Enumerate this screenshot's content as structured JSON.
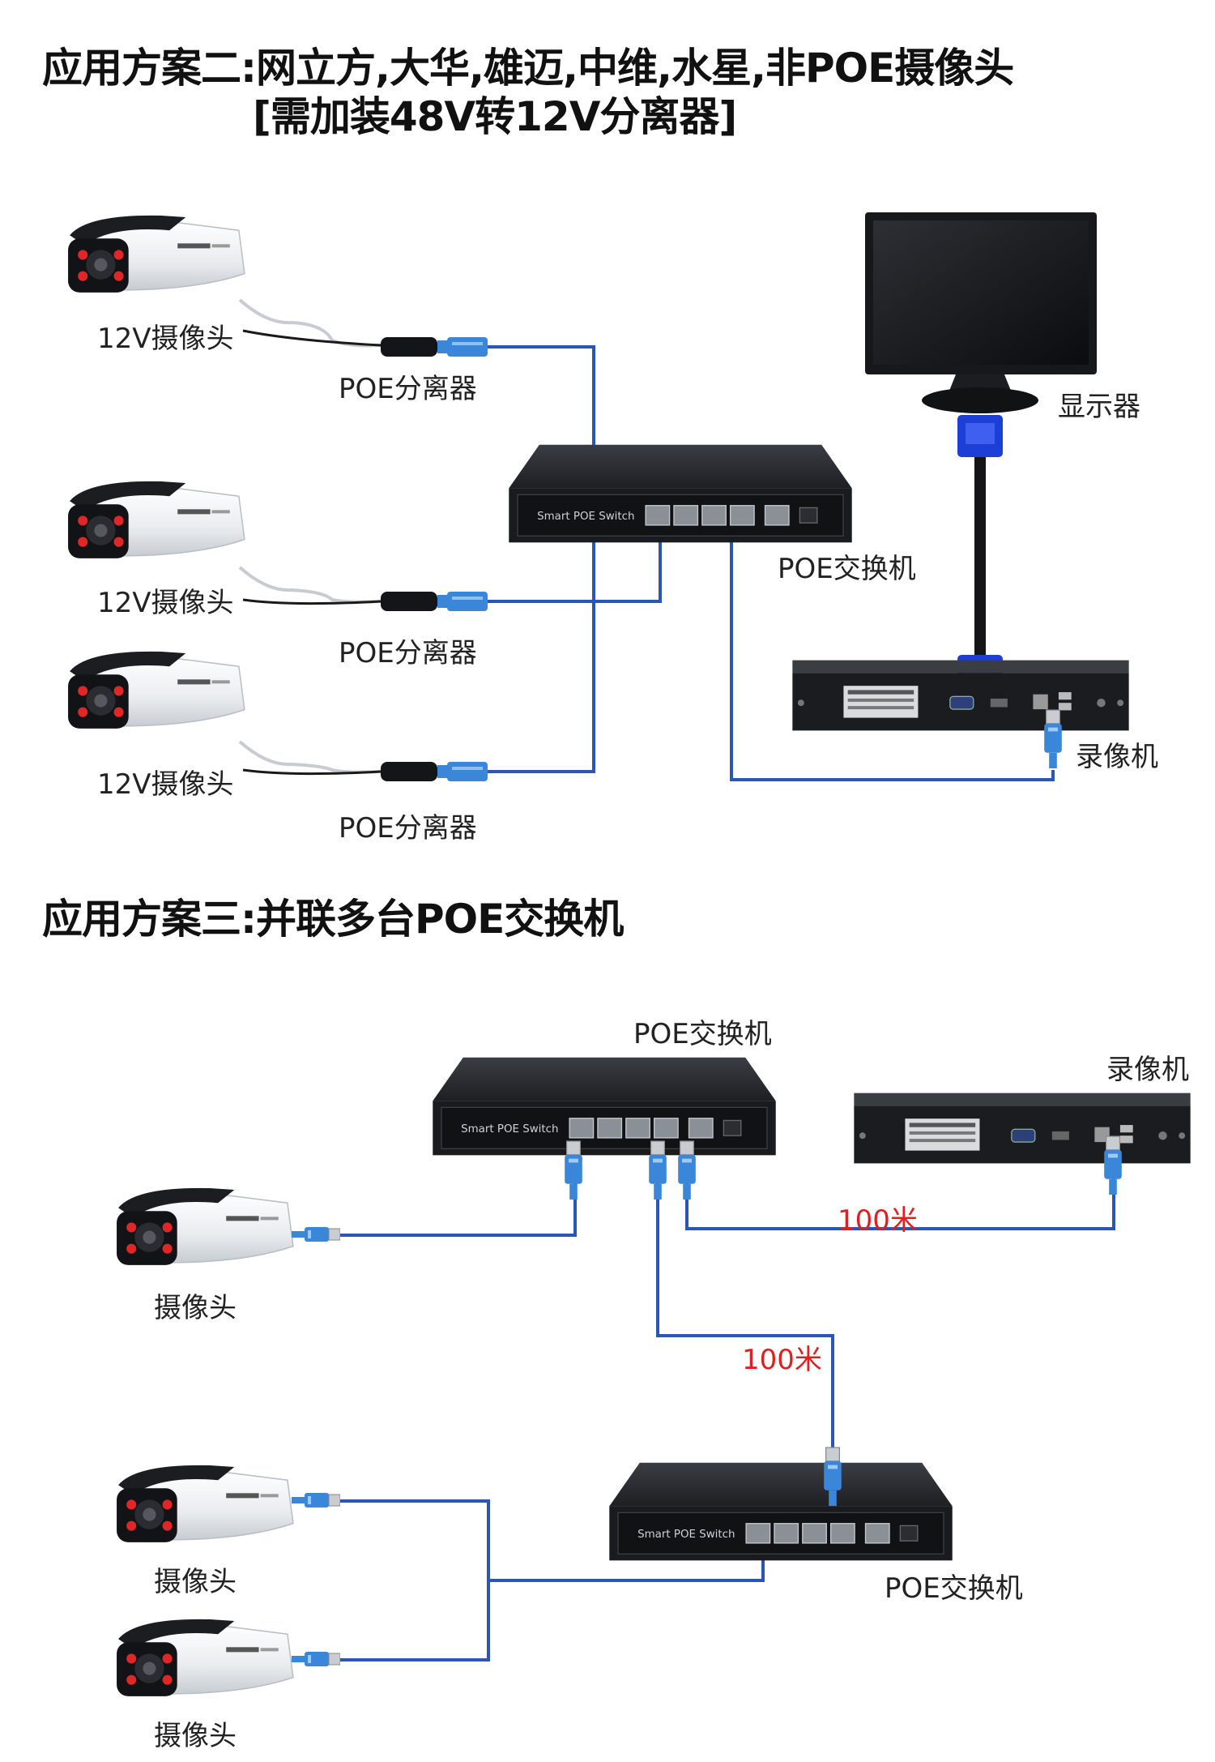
{
  "scheme2": {
    "title_line1": "应用方案二:网立方,大华,雄迈,中维,水星,非POE摄像头",
    "title_line2": "[需加装48V转12V分离器]",
    "camera_label": "12V摄像头",
    "splitter_label": "POE分离器",
    "switch_label": "POE交换机",
    "monitor_label": "显示器",
    "nvr_label": "录像机"
  },
  "scheme3": {
    "title": "应用方案三:并联多台POE交换机",
    "switch_label_top": "POE交换机",
    "switch_label_bottom": "POE交换机",
    "nvr_label": "录像机",
    "camera_label": "摄像头",
    "distance_1": "100米",
    "distance_2": "100米"
  },
  "device_text": {
    "switch_brand": "Smart POE Switch"
  },
  "colors": {
    "cable": "#2a56b8",
    "connector": "#3a86d8",
    "distance": "#e02020",
    "device_body": "#23262b",
    "vga": "#1e3fd6"
  }
}
